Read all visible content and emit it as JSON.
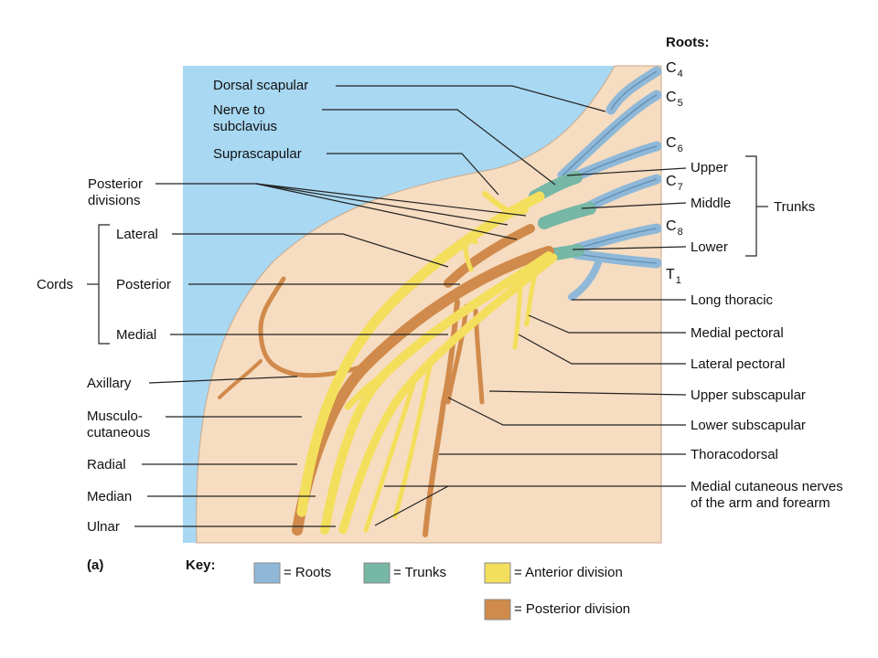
{
  "colors": {
    "background": "#a9d8f2",
    "body": "#f6dcc0",
    "roots": "#8fb8d8",
    "trunks": "#76b7a5",
    "anterior": "#f4df5c",
    "posterior": "#d08a4b",
    "leader": "#222222"
  },
  "roots": {
    "title": "Roots:",
    "items": [
      {
        "letter": "C",
        "num": "4"
      },
      {
        "letter": "C",
        "num": "5"
      },
      {
        "letter": "C",
        "num": "6"
      },
      {
        "letter": "C",
        "num": "7"
      },
      {
        "letter": "C",
        "num": "8"
      },
      {
        "letter": "T",
        "num": "1"
      }
    ]
  },
  "left_labels": {
    "dorsal_scapular": "Dorsal scapular",
    "nerve_to_subclavius": "Nerve to subclavius",
    "suprascapular": "Suprascapular",
    "posterior_divisions": "Posterior divisions",
    "cords": "Cords",
    "lateral": "Lateral",
    "posterior": "Posterior",
    "medial": "Medial",
    "axillary": "Axillary",
    "musculocutaneous": "Musculo-cutaneous",
    "radial": "Radial",
    "median": "Median",
    "ulnar": "Ulnar"
  },
  "right_labels": {
    "upper": "Upper",
    "middle": "Middle",
    "lower": "Lower",
    "trunks": "Trunks",
    "long_thoracic": "Long thoracic",
    "medial_pectoral": "Medial pectoral",
    "lateral_pectoral": "Lateral pectoral",
    "upper_subscapular": "Upper subscapular",
    "lower_subscapular": "Lower subscapular",
    "thoracodorsal": "Thoracodorsal",
    "medial_cutaneous": "Medial cutaneous nerves of the arm and forearm"
  },
  "footer": {
    "panel": "(a)",
    "key_title": "Key:",
    "key_items": [
      {
        "text": "= Roots",
        "color_key": "roots"
      },
      {
        "text": "= Trunks",
        "color_key": "trunks"
      },
      {
        "text": "= Anterior division",
        "color_key": "anterior"
      },
      {
        "text": "= Posterior division",
        "color_key": "posterior"
      }
    ]
  }
}
